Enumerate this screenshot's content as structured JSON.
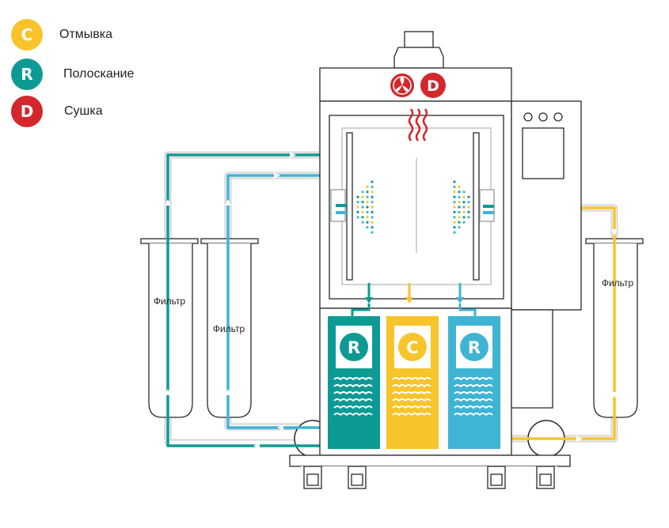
{
  "legend": {
    "items": [
      {
        "key": "wash",
        "letter": "C",
        "label": "Отмывка",
        "color": "#F7C42C"
      },
      {
        "key": "rinse",
        "letter": "R",
        "label": "Полоскание",
        "color": "#0E9A94"
      },
      {
        "key": "dry",
        "letter": "D",
        "label": "Сушка",
        "color": "#D3272C"
      }
    ]
  },
  "machine": {
    "top_badge_letter": "D",
    "tanks": [
      {
        "letter": "R",
        "color": "#0E9A94"
      },
      {
        "letter": "C",
        "color": "#F7C42C"
      },
      {
        "letter": "R",
        "color": "#3FB4D4"
      }
    ]
  },
  "filters": [
    {
      "label": "Фильтр"
    },
    {
      "label": "Фильтр"
    },
    {
      "label": "Фильтр"
    }
  ],
  "colors": {
    "teal": "#0E9A94",
    "lightblue": "#3FB4D4",
    "yellow": "#F7C42C",
    "red": "#D3272C",
    "outline": "#2a2a2a",
    "pipe_ghost": "#d8d8d8"
  }
}
